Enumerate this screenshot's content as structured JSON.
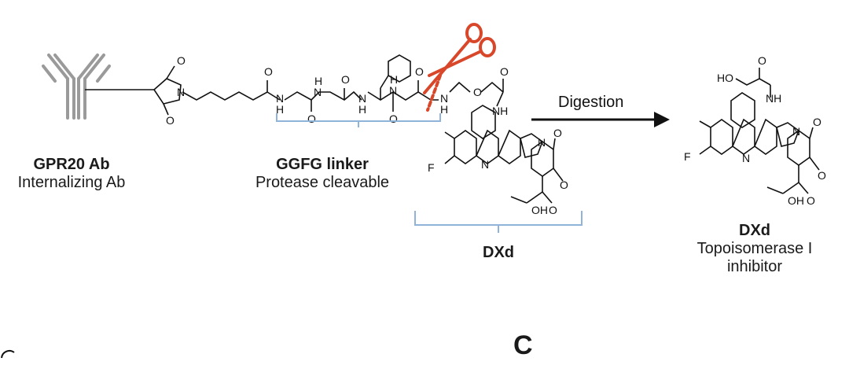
{
  "antibody": {
    "title": "GPR20 Ab",
    "subtitle": "Internalizing Ab"
  },
  "linker": {
    "title": "GGFG linker",
    "subtitle": "Protease cleavable"
  },
  "payload_bracket_label": "DXd",
  "arrow_label": "Digestion",
  "product": {
    "title": "DXd",
    "subtitle_line1": "Topoisomerase I",
    "subtitle_line2": "inhibitor"
  },
  "panel_letter": "C",
  "atoms": {
    "O": "O",
    "N": "N",
    "H": "H",
    "NH": "NH",
    "F": "F",
    "OH": "OH",
    "HO": "HO"
  },
  "colors": {
    "scissors": "#d9472b",
    "bracket": "#8fb3d9",
    "antibody": "#9a9a9a",
    "bonds": "#111111"
  }
}
